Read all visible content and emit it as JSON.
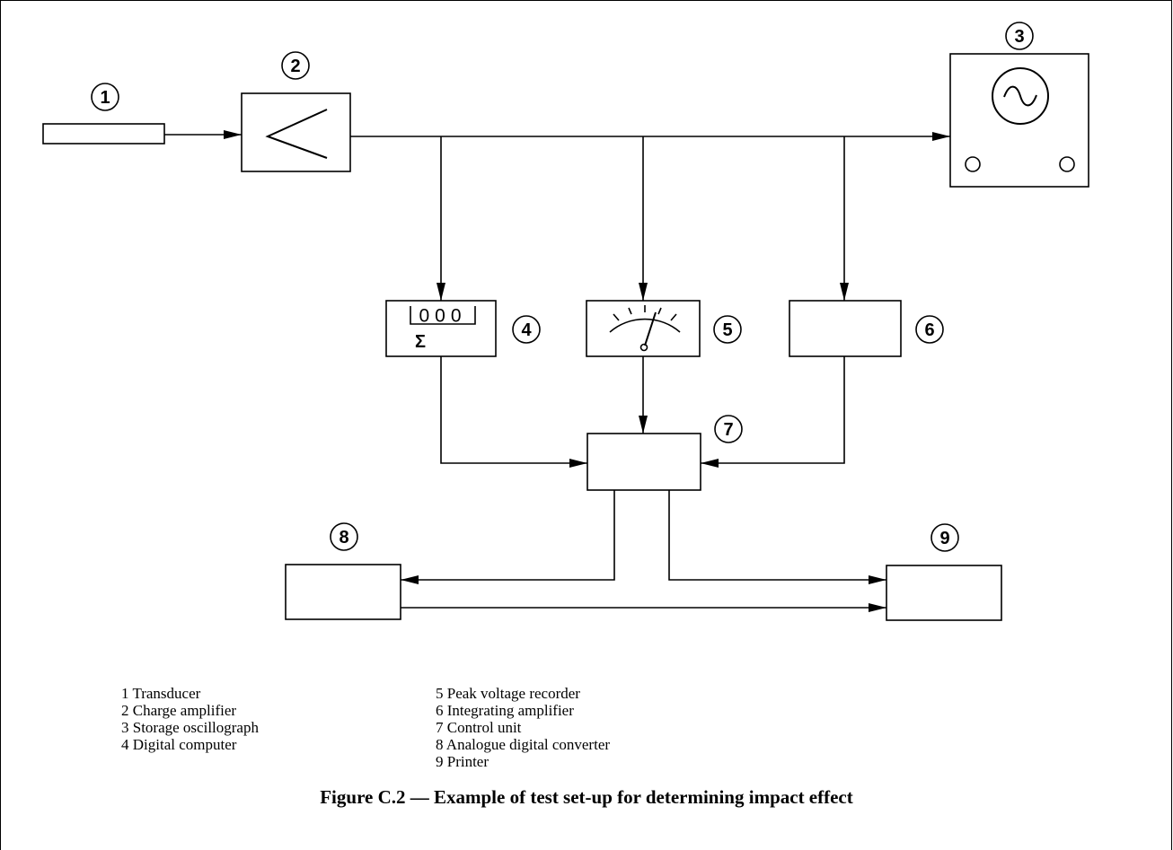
{
  "diagram": {
    "callouts": {
      "c1": "1",
      "c2": "2",
      "c3": "3",
      "c4": "4",
      "c5": "5",
      "c6": "6",
      "c7": "7",
      "c8": "8",
      "c9": "9"
    },
    "counter_digits": "000",
    "sigma_symbol": "Σ"
  },
  "legend": {
    "left": [
      "1 Transducer",
      "2 Charge amplifier",
      "3 Storage oscillograph",
      "4 Digital computer"
    ],
    "right": [
      "5 Peak voltage recorder",
      "6 Integrating amplifier",
      "7 Control unit",
      "8 Analogue digital converter",
      "9 Printer"
    ]
  },
  "caption": "Figure C.2 — Example of test set-up for determining impact effect"
}
